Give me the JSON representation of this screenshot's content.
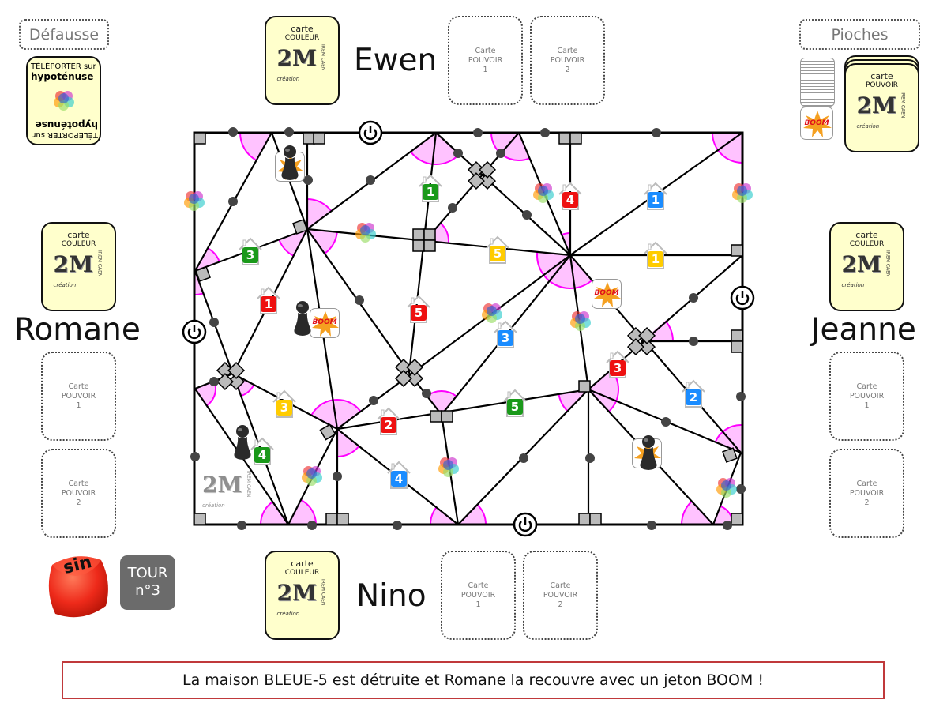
{
  "discard": {
    "label": "Défausse",
    "card": {
      "line1": "TÉLÉPORTER sur",
      "line2": "hypoténuse"
    }
  },
  "draw_piles": {
    "label": "Pioches",
    "boom_label": "BOOM",
    "power_card": {
      "line1": "carte",
      "line2": "POUVOIR"
    }
  },
  "color_card": {
    "line1": "carte",
    "line2": "COULEUR"
  },
  "logo": {
    "mark": "2M",
    "small": "création",
    "side": "IREM CAEN"
  },
  "power_slot": {
    "line1": "Carte",
    "line2": "POUVOIR",
    "slot1": "1",
    "slot2": "2"
  },
  "players": {
    "top": "Ewen",
    "left": "Romane",
    "right": "Jeanne",
    "bottom": "Nino"
  },
  "dice": {
    "face": "sin",
    "color": "#ee2a1a"
  },
  "turn": {
    "line1": "TOUR",
    "line2": "n°3"
  },
  "message": "La maison BLEUE-5 est détruite et Romane la recouvre avec un jeton BOOM !",
  "colors": {
    "green": "#1a991a",
    "red": "#ee1111",
    "blue": "#1a8cff",
    "yellow": "#ffcc00",
    "angle_fill": "#ffc2ff",
    "angle_stroke": "#ff00ff",
    "card_bg": "#ffffcc",
    "message_border": "#c0393b"
  },
  "houses": [
    {
      "number": "1",
      "color": "green"
    },
    {
      "number": "4",
      "color": "red"
    },
    {
      "number": "1",
      "color": "blue"
    },
    {
      "number": "3",
      "color": "green"
    },
    {
      "number": "5",
      "color": "yellow"
    },
    {
      "number": "1",
      "color": "yellow"
    },
    {
      "number": "1",
      "color": "red"
    },
    {
      "number": "5",
      "color": "red"
    },
    {
      "number": "3",
      "color": "blue"
    },
    {
      "number": "3",
      "color": "red"
    },
    {
      "number": "3",
      "color": "yellow"
    },
    {
      "number": "2",
      "color": "red"
    },
    {
      "number": "5",
      "color": "green"
    },
    {
      "number": "2",
      "color": "blue"
    },
    {
      "number": "4",
      "color": "green"
    },
    {
      "number": "4",
      "color": "blue"
    }
  ]
}
